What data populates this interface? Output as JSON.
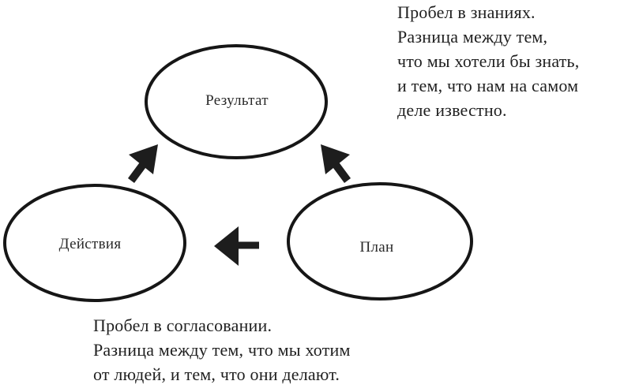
{
  "diagram": {
    "nodes": [
      {
        "id": "result",
        "label": "Результат"
      },
      {
        "id": "actions",
        "label": "Действия"
      },
      {
        "id": "plan",
        "label": "План"
      }
    ],
    "arrows": [
      {
        "id": "actions-to-result",
        "direction": "up-right"
      },
      {
        "id": "plan-to-result",
        "direction": "up-left"
      },
      {
        "id": "plan-to-actions",
        "direction": "left"
      }
    ]
  },
  "annotations": {
    "knowledge_gap": {
      "lines": [
        "Пробел в знаниях.",
        "Разница между тем,",
        "что мы хотели бы знать,",
        "и тем, что нам на самом",
        "деле известно."
      ]
    },
    "alignment_gap": {
      "lines": [
        "Пробел в согласовании.",
        "Разница между тем, что мы хотим",
        "от людей, и тем, что они делают."
      ]
    }
  },
  "colors": {
    "background": "#ffffff",
    "shape_stroke": "#161616",
    "arrow_fill": "#1d1d1d",
    "text": "#1f1f1f"
  }
}
